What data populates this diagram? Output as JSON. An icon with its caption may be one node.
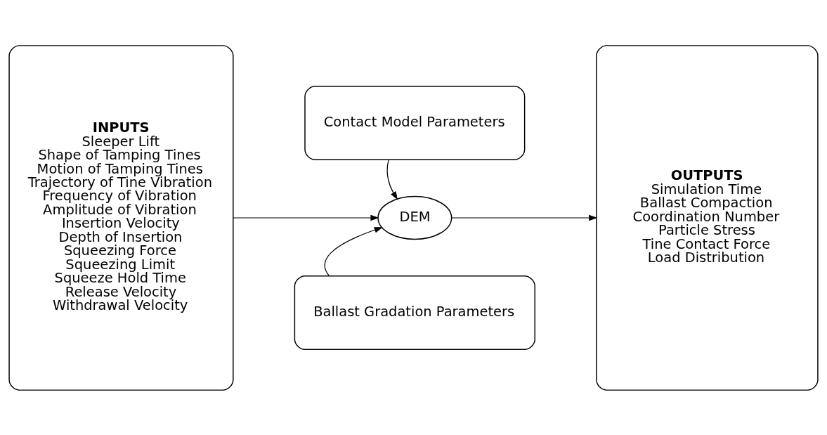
{
  "diagram": {
    "nodes": [
      {
        "text": [
          "INPUTS",
          "Sleeper Lift",
          "Shape of Tamping Tines",
          "Motion of Tamping Tines",
          "Trajectory of Tine Vibration",
          "Frequency of Vibration",
          "Amplitude of Vibration",
          "Insertion Velocity",
          "Depth of Insertion",
          "Squeezing Force",
          "Squeezing Limit",
          "Squeeze Hold Time",
          "Release Velocity",
          "Withdrawal Velocity"
        ]
      },
      {
        "text": [
          "Contact Model Parameters"
        ]
      },
      {
        "text": [
          "DEM"
        ]
      },
      {
        "text": [
          "Ballast Gradation Parameters"
        ]
      },
      {
        "text": [
          "OUTPUTS",
          "Simulation Time",
          "Ballast Compaction",
          "Coordination Number",
          "Particle Stress",
          "Tine Contact Force",
          "Load Distribution"
        ]
      }
    ],
    "edges": [
      {
        "from": 0,
        "to": 2,
        "arrow": "to"
      },
      {
        "from": 1,
        "to": 2,
        "arrow": "to"
      },
      {
        "from": 3,
        "to": 2,
        "arrow": "to"
      },
      {
        "from": 2,
        "to": 4,
        "arrow": "to"
      }
    ]
  }
}
